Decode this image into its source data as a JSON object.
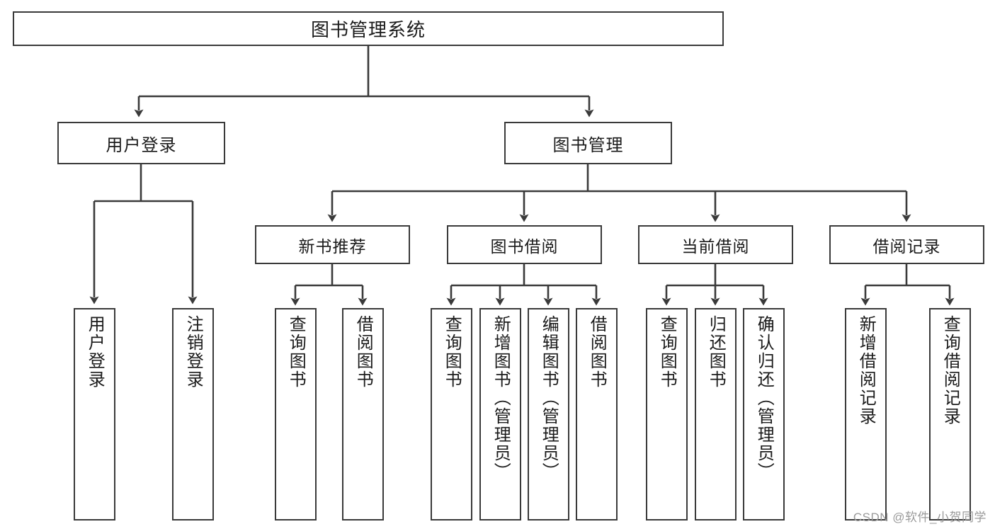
{
  "diagram": {
    "type": "tree",
    "title": "图书管理系统",
    "orientation": "top-down",
    "colors": {
      "box_border": "#3a3a3a",
      "box_fill": "#ffffff",
      "connector": "#3a3a3a",
      "text": "#1b1b1b",
      "watermark": "#9a9a9a"
    },
    "root": {
      "label": "图书管理系统"
    },
    "level1": [
      {
        "label": "用户登录"
      },
      {
        "label": "图书管理"
      }
    ],
    "level2": [
      {
        "label": "新书推荐"
      },
      {
        "label": "图书借阅"
      },
      {
        "label": "当前借阅"
      },
      {
        "label": "借阅记录"
      }
    ],
    "leaves": {
      "user_login": [
        {
          "label": "用户登录"
        },
        {
          "label": "注销登录"
        }
      ],
      "new_book": [
        {
          "label": "查询图书"
        },
        {
          "label": "借阅图书"
        }
      ],
      "book_borrow": [
        {
          "label": "查询图书"
        },
        {
          "label": "新增图书（管理员）"
        },
        {
          "label": "编辑图书（管理员）"
        },
        {
          "label": "借阅图书"
        }
      ],
      "current_borrow": [
        {
          "label": "查询图书"
        },
        {
          "label": "归还图书"
        },
        {
          "label": "确认归还（管理员）"
        }
      ],
      "borrow_record": [
        {
          "label": "新增借阅记录"
        },
        {
          "label": "查询借阅记录"
        }
      ]
    }
  },
  "watermark": {
    "text": "CSDN @软件_小贺同学"
  }
}
